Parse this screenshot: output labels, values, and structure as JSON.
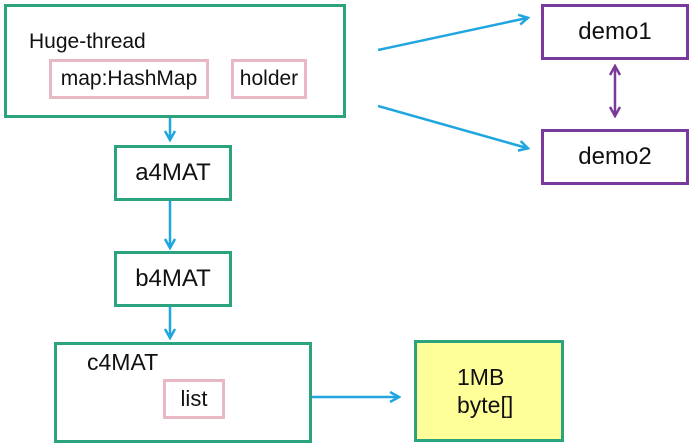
{
  "nodes": {
    "huge_thread": {
      "title": "Huge-thread",
      "field_map": "map:HashMap",
      "field_holder": "holder"
    },
    "demo1": {
      "label": "demo1"
    },
    "demo2": {
      "label": "demo2"
    },
    "a4mat": {
      "label": "a4MAT"
    },
    "b4mat": {
      "label": "b4MAT"
    },
    "c4mat": {
      "title": "c4MAT",
      "field_list": "list"
    },
    "byte_block": {
      "line1": "1MB",
      "line2": "byte[]"
    }
  },
  "colors": {
    "object_border": "#2aa37e",
    "demo_border": "#7a3a9b",
    "field_border": "#e8b8c4",
    "arrow_blue": "#1fa6df",
    "arrow_purple": "#7a3a9b",
    "block_fill": "#ffff99"
  }
}
